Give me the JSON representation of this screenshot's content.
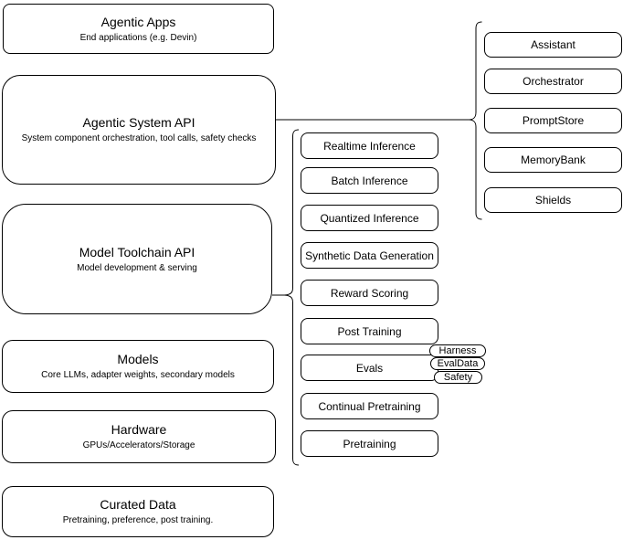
{
  "diagram": {
    "colors": {
      "stroke": "#000000",
      "fill": "#ffffff",
      "background": "#ffffff"
    },
    "stack": [
      {
        "title": "Agentic Apps",
        "subtitle": "End applications (e.g. Devin)"
      },
      {
        "title": "Agentic System API",
        "subtitle": "System component orchestration, tool calls, safety checks"
      },
      {
        "title": "Model Toolchain API",
        "subtitle": "Model development & serving"
      },
      {
        "title": "Models",
        "subtitle": "Core LLMs, adapter weights, secondary models"
      },
      {
        "title": "Hardware",
        "subtitle": "GPUs/Accelerators/Storage"
      },
      {
        "title": "Curated Data",
        "subtitle": "Pretraining, preference, post training."
      }
    ],
    "toolchain_services": [
      "Realtime Inference",
      "Batch Inference",
      "Quantized Inference",
      "Synthetic Data Generation",
      "Reward Scoring",
      "Post Training",
      "Evals",
      "Continual Pretraining",
      "Pretraining"
    ],
    "system_components": [
      "Assistant",
      "Orchestrator",
      "PromptStore",
      "MemoryBank",
      "Shields"
    ],
    "eval_badges": [
      "Harness",
      "EvalData",
      "Safety"
    ]
  }
}
